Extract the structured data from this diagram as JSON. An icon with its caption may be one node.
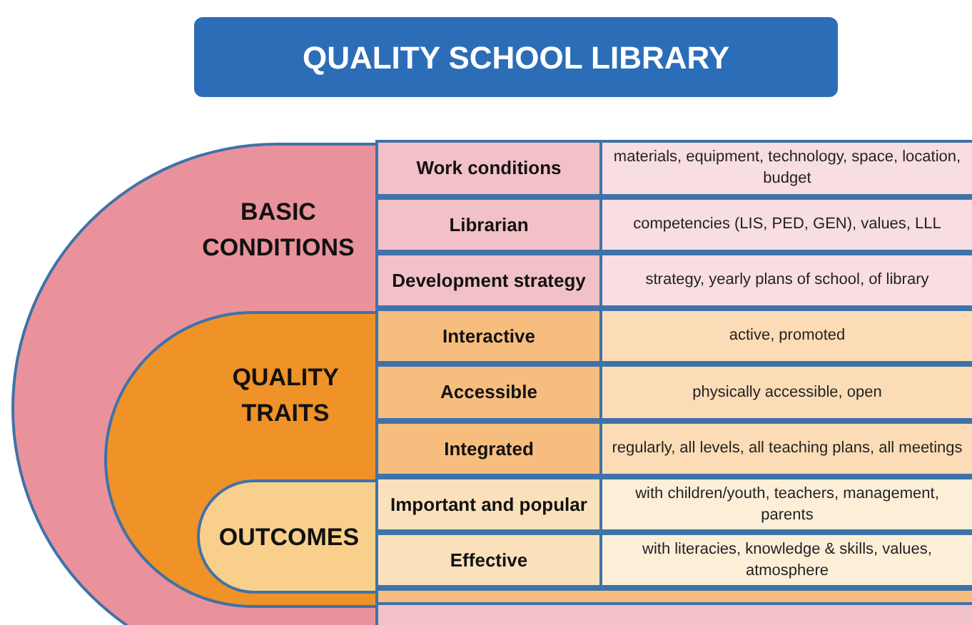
{
  "diagram": {
    "title": "QUALITY SCHOOL LIBRARY",
    "nodes": [
      {
        "text": [
          "BASIC CONDITIONS"
        ]
      },
      {
        "text": [
          "QUALITY TRAITS"
        ],
        "in": 0
      },
      {
        "text": [
          "OUTCOMES"
        ],
        "in": 1
      }
    ],
    "labels": [
      "Work conditions",
      "materials, equipment, technology, space, location, budget",
      "Librarian",
      "competencies (LIS, PED, GEN), values, LLL",
      "Development strategy",
      "strategy, yearly plans of school, of library",
      "Interactive",
      "active, promoted",
      "Accessible",
      "physically accessible, open",
      "Integrated",
      "regularly, all levels, all teaching plans, all meetings",
      "Important and popular",
      "with children/youth, teachers, management, parents",
      "Effective",
      "with literacies, knowledge & skills, values, atmosphere"
    ]
  }
}
